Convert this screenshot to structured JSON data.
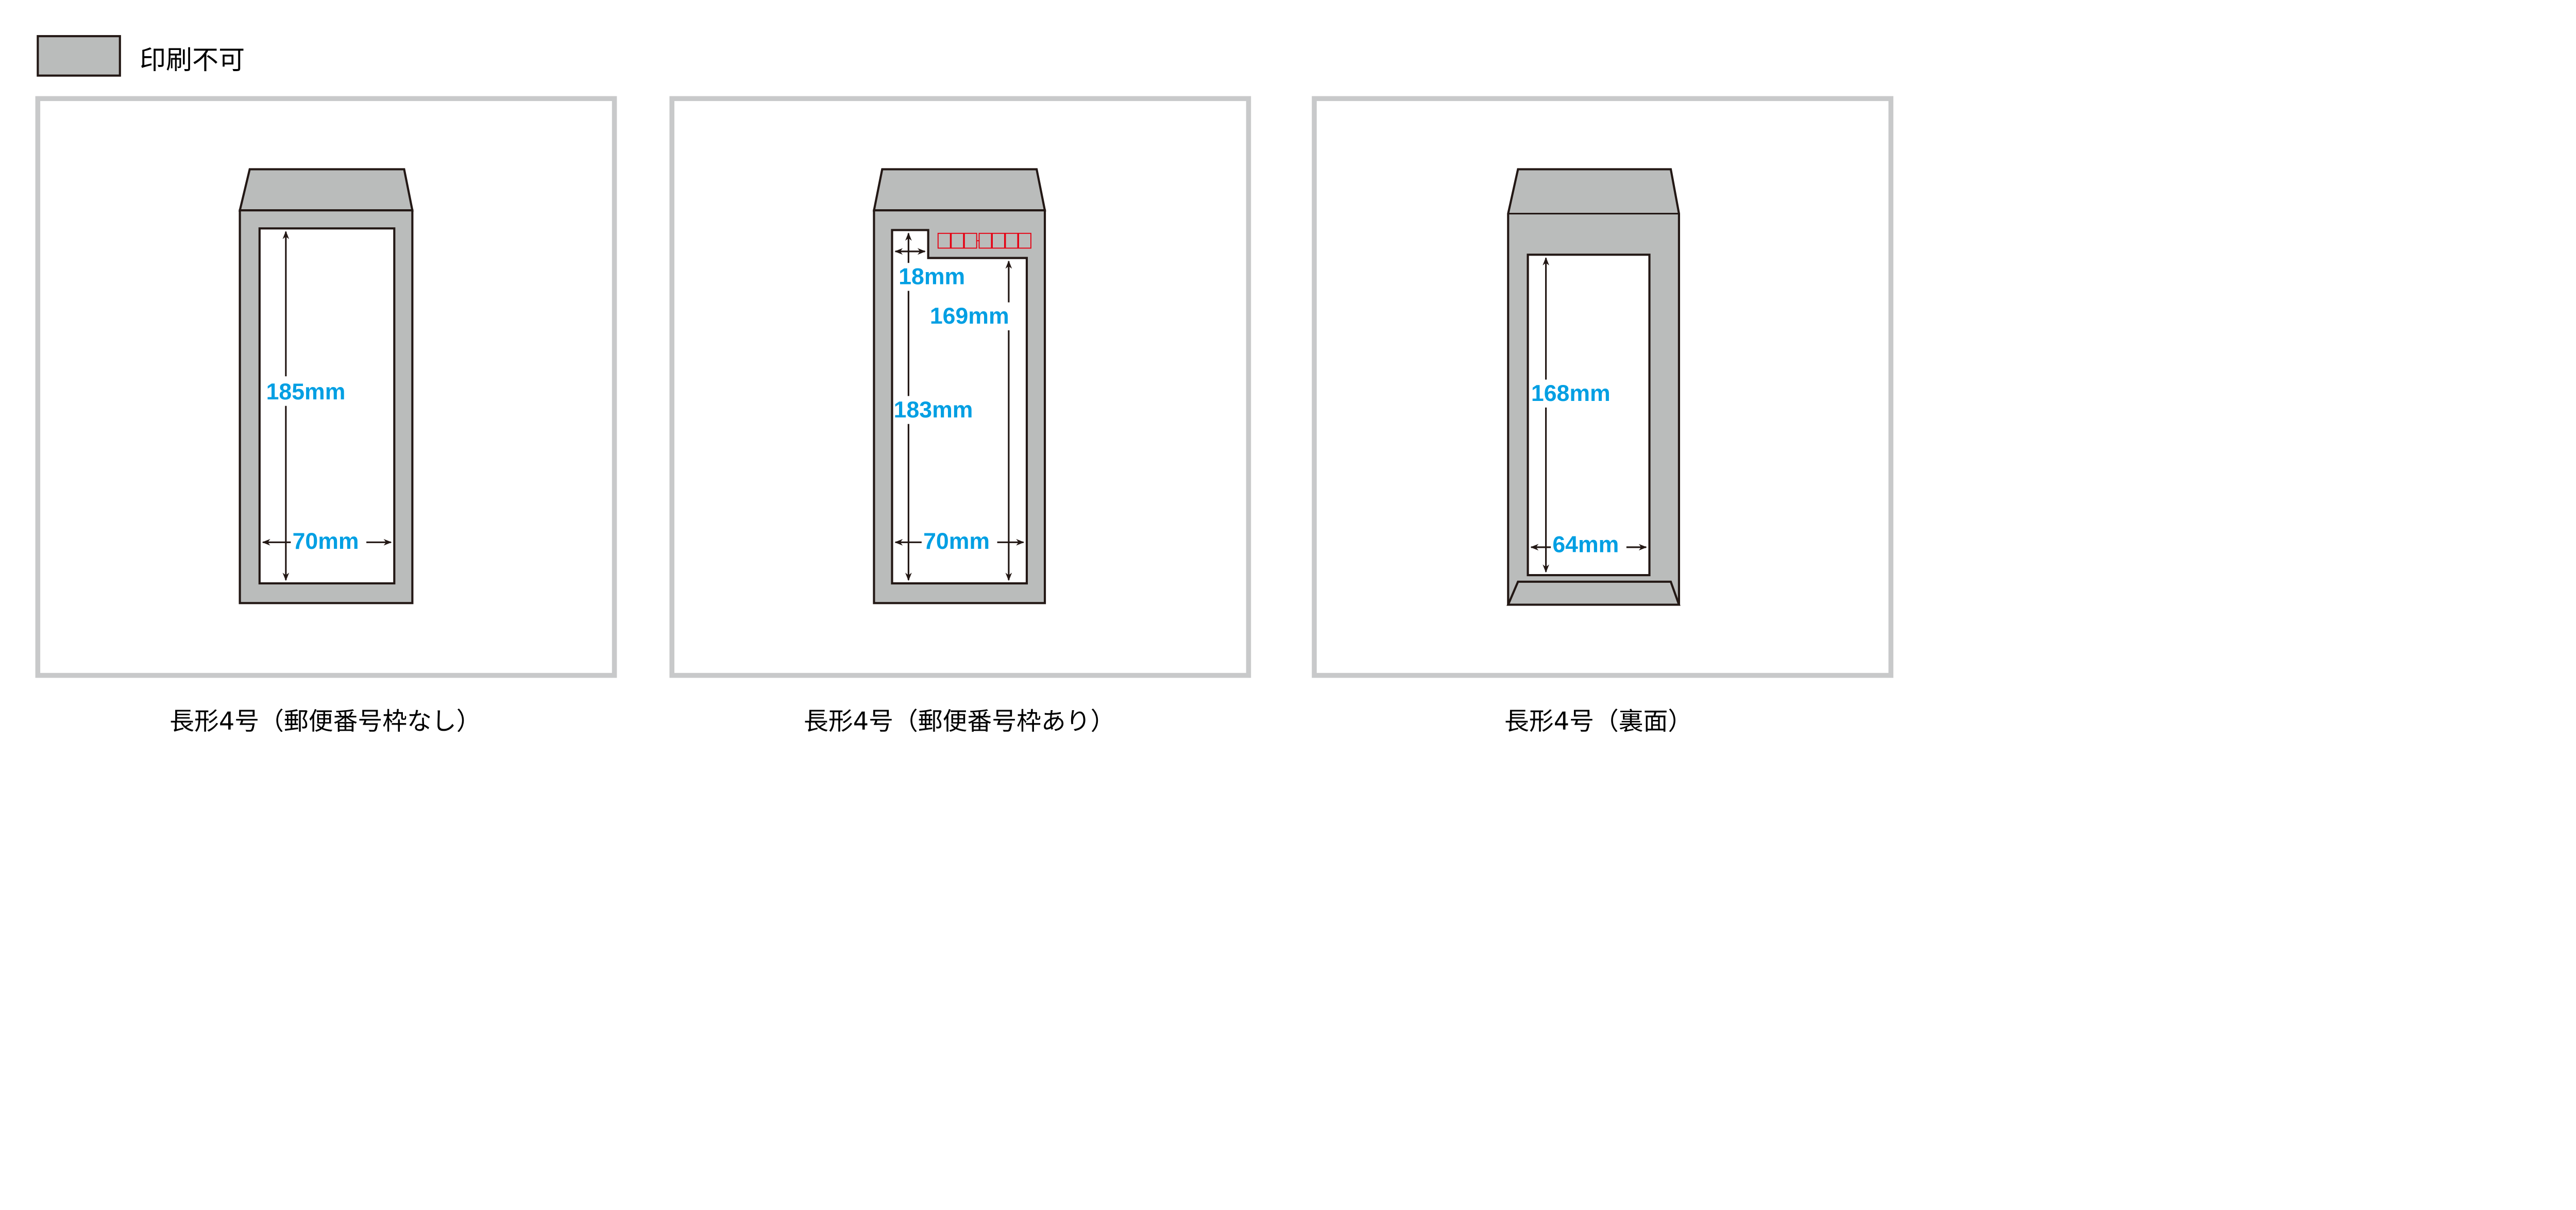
{
  "legend": {
    "label": "印刷不可",
    "swatch_color": "#babcbb"
  },
  "colors": {
    "dimension_text": "#009fe3",
    "panel_border": "#c8c9ca",
    "postal_box": "#e60012"
  },
  "panels": [
    {
      "caption": "長形4号（郵便番号枠なし）",
      "height_label": "185mm",
      "width_label": "70mm"
    },
    {
      "caption": "長形4号（郵便番号枠あり）",
      "top_label": "18mm",
      "right_label": "169mm",
      "height_label": "183mm",
      "width_label": "70mm"
    },
    {
      "caption": "長形4号（裏面）",
      "height_label": "168mm",
      "width_label": "64mm"
    }
  ]
}
